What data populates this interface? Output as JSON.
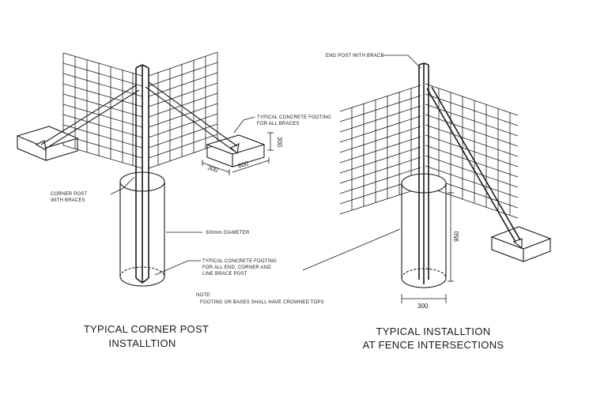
{
  "left_detail": {
    "title_line1": "TYPICAL CORNER POST",
    "title_line2": "INSTALLTION",
    "footing_brace_line1": "TYPICAL CONCRETE FOOTING",
    "footing_brace_line2": "FOR ALL BRACES",
    "corner_post_line1": "CORNER POST",
    "corner_post_line2": "WITH BRACES",
    "diameter_label": "300mm DIAMETER",
    "footing_all_line1": "TYPICAL CONCRETE FOOTING",
    "footing_all_line2": "FOR ALL END, CORNER AND",
    "footing_all_line3": "LINE BRACE POST",
    "note_heading": "NOTE:",
    "note_text": "FOOTING OR BASES SHALL HAVE CROWNED TOPS",
    "dim_300": "300",
    "dim_600": "600",
    "dim_300_vertical": "300"
  },
  "right_detail": {
    "title_line1": "TYPICAL INSTALLTION",
    "title_line2": "AT FENCE INTERSECTIONS",
    "end_post_label": "END POST WITH BRACE",
    "dim_950": "950",
    "dim_300": "300"
  }
}
